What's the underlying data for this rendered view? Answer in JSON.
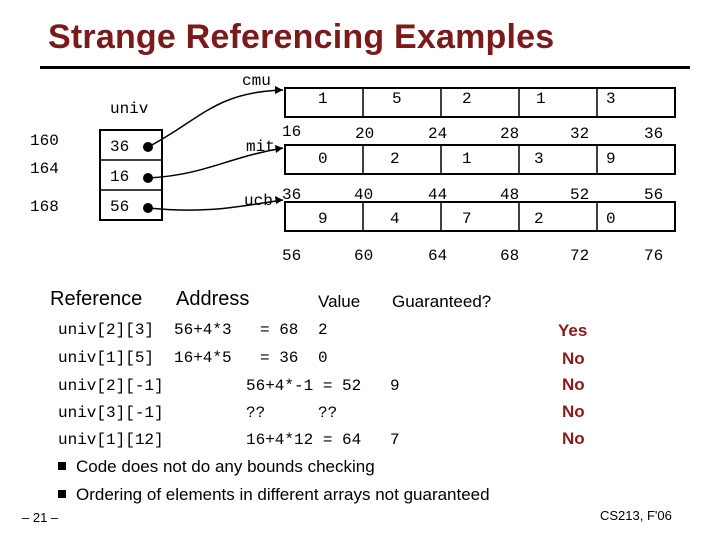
{
  "title": "Strange Referencing Examples",
  "labels": {
    "cmu": "cmu",
    "univ": "univ",
    "mit": "mit",
    "ucb": "ucb"
  },
  "univ_array": {
    "addresses": [
      "160",
      "164",
      "168"
    ],
    "values": [
      "36",
      "16",
      "56"
    ]
  },
  "arrays": [
    {
      "name": "cmu",
      "values": [
        "1",
        "5",
        "2",
        "1",
        "3"
      ],
      "addresses": [
        "16",
        "20",
        "24",
        "28",
        "32",
        "36"
      ]
    },
    {
      "name": "mit",
      "values": [
        "0",
        "2",
        "1",
        "3",
        "9"
      ],
      "addresses": [
        "36",
        "40",
        "44",
        "48",
        "52",
        "56"
      ]
    },
    {
      "name": "ucb",
      "values": [
        "9",
        "4",
        "7",
        "2",
        "0"
      ],
      "addresses": [
        "56",
        "60",
        "64",
        "68",
        "72",
        "76"
      ]
    }
  ],
  "table": {
    "headers": {
      "reference": "Reference",
      "address": "Address",
      "value": "Value",
      "guaranteed": "Guaranteed?"
    },
    "rows": [
      {
        "ref": "univ[2][3]",
        "addr": "56+4*3",
        "eq": "= 68",
        "value": "2",
        "guaranteed": "Yes"
      },
      {
        "ref": "univ[1][5]",
        "addr": "16+4*5",
        "eq": "= 36",
        "value": "0",
        "guaranteed": "No"
      },
      {
        "ref": "univ[2][-1]",
        "addr": "56+4*-1 = 52",
        "eq": "",
        "value": "9",
        "guaranteed": "No"
      },
      {
        "ref": "univ[3][-1]",
        "addr": "??",
        "eq": "",
        "value": "??",
        "guaranteed": "No"
      },
      {
        "ref": "univ[1][12]",
        "addr": "16+4*12 = 64",
        "eq": "",
        "value": "7",
        "guaranteed": "No"
      }
    ]
  },
  "bullets": [
    "Code does not do any bounds checking",
    "Ordering of elements in different arrays not guaranteed"
  ],
  "footer": {
    "page": "– 21 –",
    "course": "CS213, F'06"
  },
  "colors": {
    "title": "#7b1a1a",
    "answer": "#8b1a1a"
  }
}
